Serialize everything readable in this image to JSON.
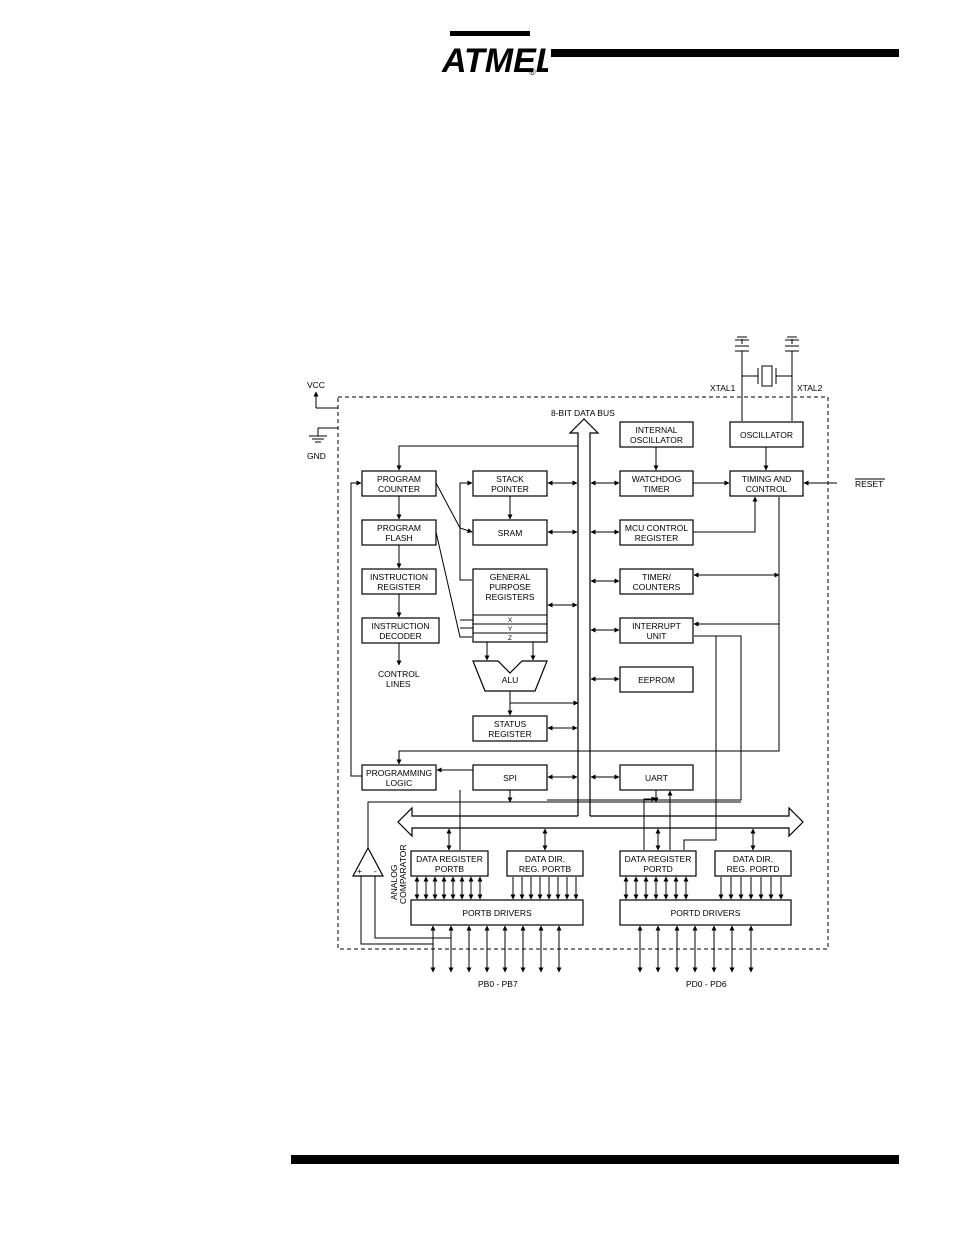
{
  "logo": {
    "text": "ATMEL",
    "reg": "®"
  },
  "labels": {
    "vcc": "VCC",
    "gnd": "GND",
    "xtal1": "XTAL1",
    "xtal2": "XTAL2",
    "data_bus": "8-BIT DATA BUS",
    "reset": "RESET",
    "control_lines": [
      "CONTROL",
      "LINES"
    ],
    "analog_comparator": [
      "ANALOG",
      "COMPARATOR"
    ],
    "plus": "+",
    "minus": "-",
    "pb_range": "PB0 - PB7",
    "pd_range": "PD0 - PD6",
    "xyz": [
      "X",
      "Y",
      "Z"
    ]
  },
  "blocks": {
    "internal_osc": [
      "INTERNAL",
      "OSCILLATOR"
    ],
    "oscillator": [
      "OSCILLATOR"
    ],
    "program_counter": [
      "PROGRAM",
      "COUNTER"
    ],
    "stack_pointer": [
      "STACK",
      "POINTER"
    ],
    "watchdog": [
      "WATCHDOG",
      "TIMER"
    ],
    "timing": [
      "TIMING AND",
      "CONTROL"
    ],
    "program_flash": [
      "PROGRAM",
      "FLASH"
    ],
    "sram": [
      "SRAM"
    ],
    "mcu_control": [
      "MCU CONTROL",
      "REGISTER"
    ],
    "instruction_register": [
      "INSTRUCTION",
      "REGISTER"
    ],
    "gpr": [
      "GENERAL",
      "PURPOSE",
      "REGISTERS"
    ],
    "timer_counters": [
      "TIMER/",
      "COUNTERS"
    ],
    "instruction_decoder": [
      "INSTRUCTION",
      "DECODER"
    ],
    "interrupt": [
      "INTERRUPT",
      "UNIT"
    ],
    "alu": [
      "ALU"
    ],
    "eeprom": [
      "EEPROM"
    ],
    "status": [
      "STATUS",
      "REGISTER"
    ],
    "programming_logic": [
      "PROGRAMMING",
      "LOGIC"
    ],
    "spi": [
      "SPI"
    ],
    "uart": [
      "UART"
    ],
    "dr_portb": [
      "DATA REGISTER",
      "PORTB"
    ],
    "ddr_portb": [
      "DATA DIR.",
      "REG. PORTB"
    ],
    "dr_portd": [
      "DATA REGISTER",
      "PORTD"
    ],
    "ddr_portd": [
      "DATA DIR.",
      "REG. PORTD"
    ],
    "portb_drivers": [
      "PORTB DRIVERS"
    ],
    "portd_drivers": [
      "PORTD DRIVERS"
    ]
  }
}
